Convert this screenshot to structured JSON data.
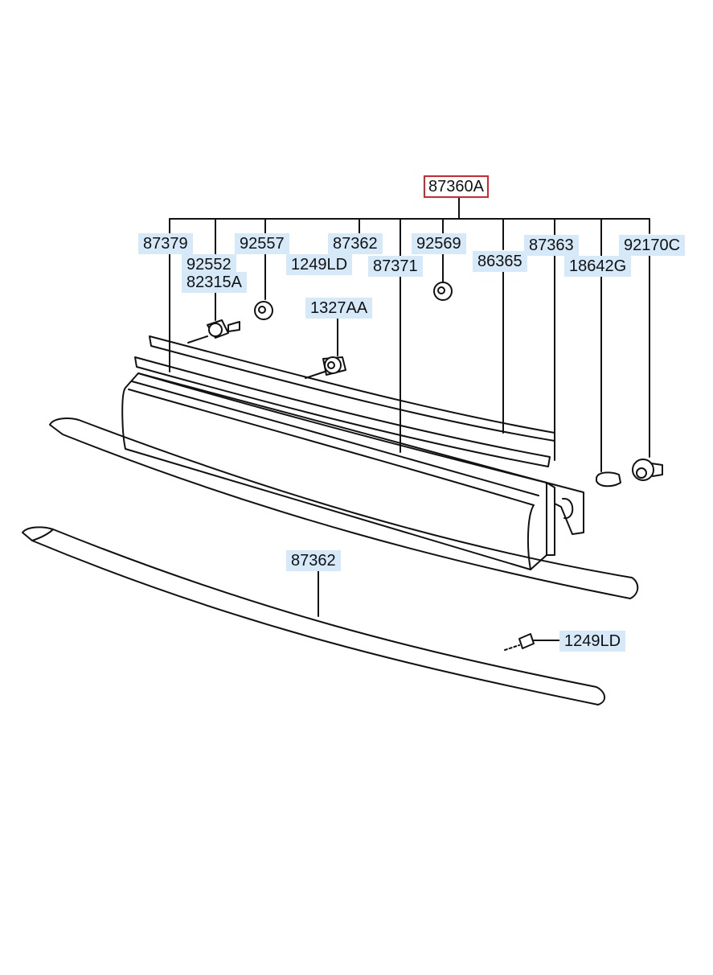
{
  "diagram": {
    "assembly": {
      "part_no": "87360A"
    },
    "callouts": [
      {
        "id": "c-87379",
        "part_no": "87379"
      },
      {
        "id": "c-92552",
        "part_no": "92552"
      },
      {
        "id": "c-82315A",
        "part_no": "82315A"
      },
      {
        "id": "c-92557",
        "part_no": "92557"
      },
      {
        "id": "c-87362a",
        "part_no": "87362"
      },
      {
        "id": "c-1249LDa",
        "part_no": "1249LD"
      },
      {
        "id": "c-87371",
        "part_no": "87371"
      },
      {
        "id": "c-92569",
        "part_no": "92569"
      },
      {
        "id": "c-86365",
        "part_no": "86365"
      },
      {
        "id": "c-87363",
        "part_no": "87363"
      },
      {
        "id": "c-18642G",
        "part_no": "18642G"
      },
      {
        "id": "c-92170C",
        "part_no": "92170C"
      },
      {
        "id": "c-1327AA",
        "part_no": "1327AA"
      },
      {
        "id": "c-87362b",
        "part_no": "87362"
      },
      {
        "id": "c-1249LDb",
        "part_no": "1249LD"
      }
    ],
    "colors": {
      "highlight_fill": "#d6e9f8",
      "assembly_border": "#e0232b",
      "line": "#111111"
    }
  }
}
